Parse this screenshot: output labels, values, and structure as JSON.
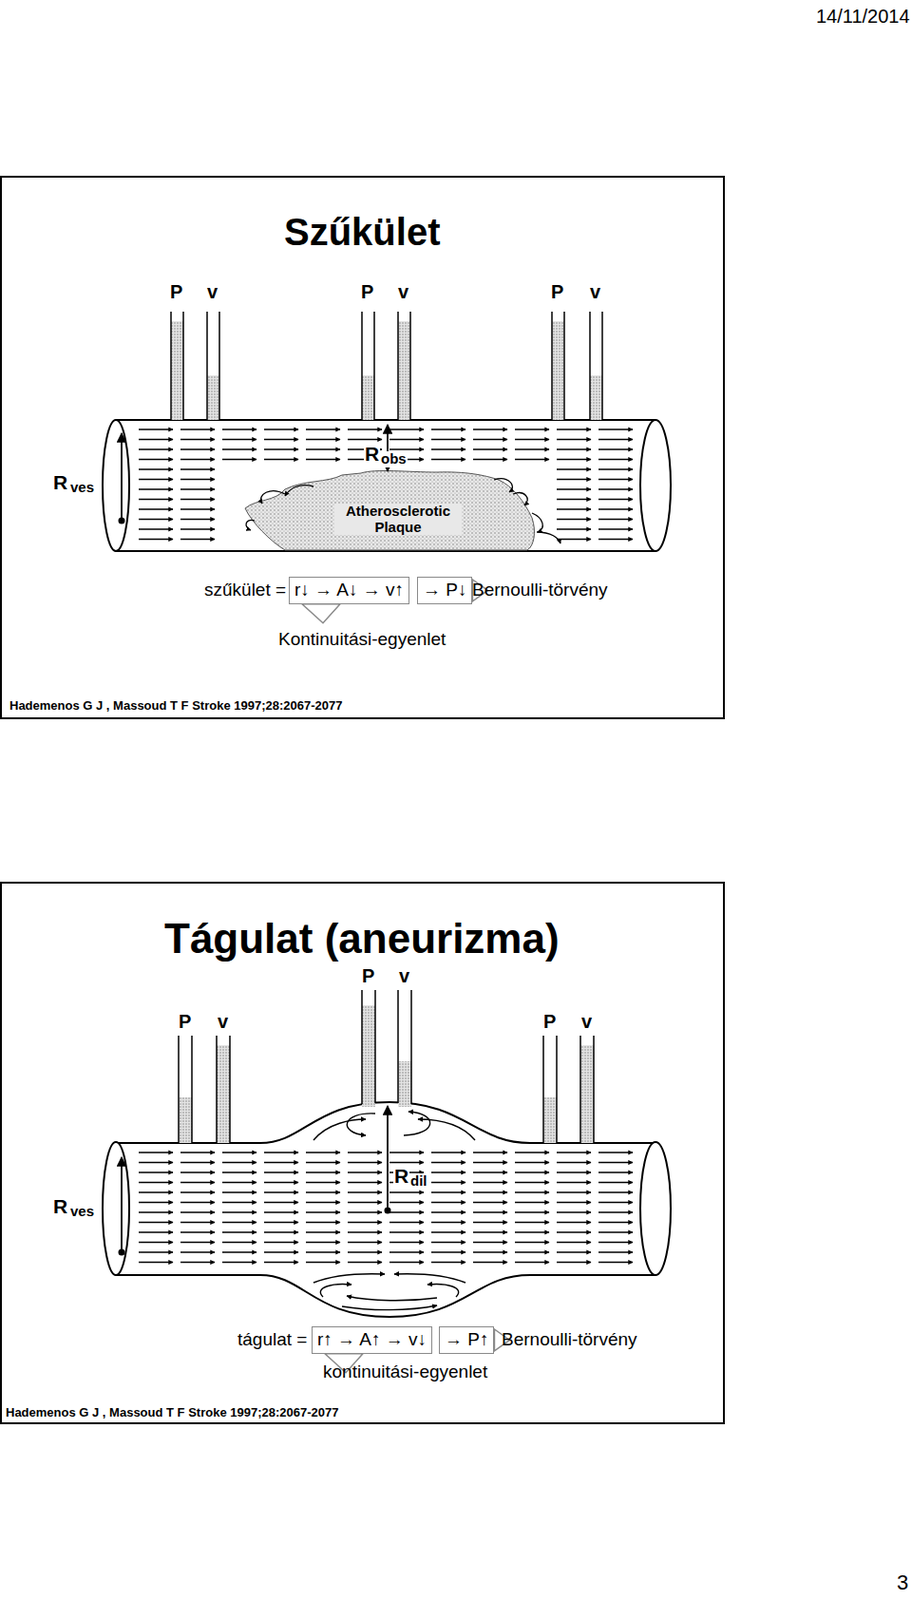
{
  "diagram": {
    "nodes": [
      {
        "text": [
          "r↓ → A↓ → v↑"
        ]
      },
      {
        "text": [
          "→ P↓"
        ]
      },
      {
        "text": [
          "r↑ → A↑ → v↓"
        ]
      },
      {
        "text": [
          "→ P↑"
        ]
      }
    ],
    "labels": [
      "14/11/2014",
      "Szűkület",
      "P",
      "v",
      "P",
      "v",
      "P",
      "v",
      "R",
      "ves",
      "R",
      "obs",
      "Atherosclerotic Plaque",
      "szűkület =",
      "Bernoulli-törvény",
      "Kontinuitási-egyenlet",
      "Hademenos G J , Massoud T F Stroke 1997;28:2067-2077",
      "Tágulat (aneurizma)",
      "P",
      "v",
      "P",
      "v",
      "P",
      "v",
      "R",
      "ves",
      "R",
      "dil",
      "tágulat =",
      "Bernoulli-törvény",
      "kontinuitási-egyenlet",
      "Hademenos G J , Massoud T F Stroke 1997;28:2067-2077",
      "3"
    ]
  }
}
